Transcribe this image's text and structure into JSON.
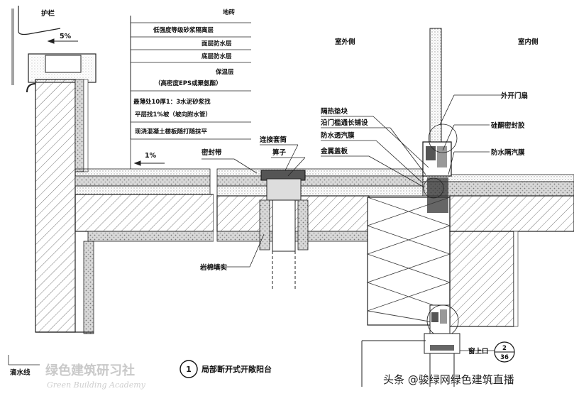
{
  "labels": {
    "railing": "护栏",
    "slope_top": "5%",
    "slope_floor": "1%",
    "outdoor": "室外侧",
    "indoor": "室内侧",
    "layers": [
      "地砖",
      "低强度等级砂浆隔离层",
      "面层防水层",
      "底层防水层",
      "保温层",
      "（高密度EPS或聚氨酯）",
      "最薄处10厚1：3水泥砂浆找",
      "平层找1%坡（坡向附水管）",
      "现浇混凝土楼板随打随抹平"
    ],
    "seal_strip": "密封带",
    "drain_connector": "连接套筒",
    "grate": "箅子",
    "rock_wool": "岩棉填实",
    "thermal_block": "隔热垫块",
    "door_frame_note": "沿门槛通长铺设",
    "vapor_permeable": "防水透汽膜",
    "metal_flashing": "金属盖板",
    "door_leaf": "外开门扇",
    "silicone": "硅酮密封胶",
    "vapor_barrier": "防水隔汽膜",
    "window_head": "窗上口",
    "drip": "滴水线",
    "ref_top": "2",
    "ref_bottom": "36",
    "title_num": "1",
    "title": "局部断开式开敞阳台"
  },
  "watermark": {
    "cn": "绿色建筑研习社",
    "en": "Green Building Academy",
    "source": "头条 @骏绿网绿色建筑直播"
  }
}
